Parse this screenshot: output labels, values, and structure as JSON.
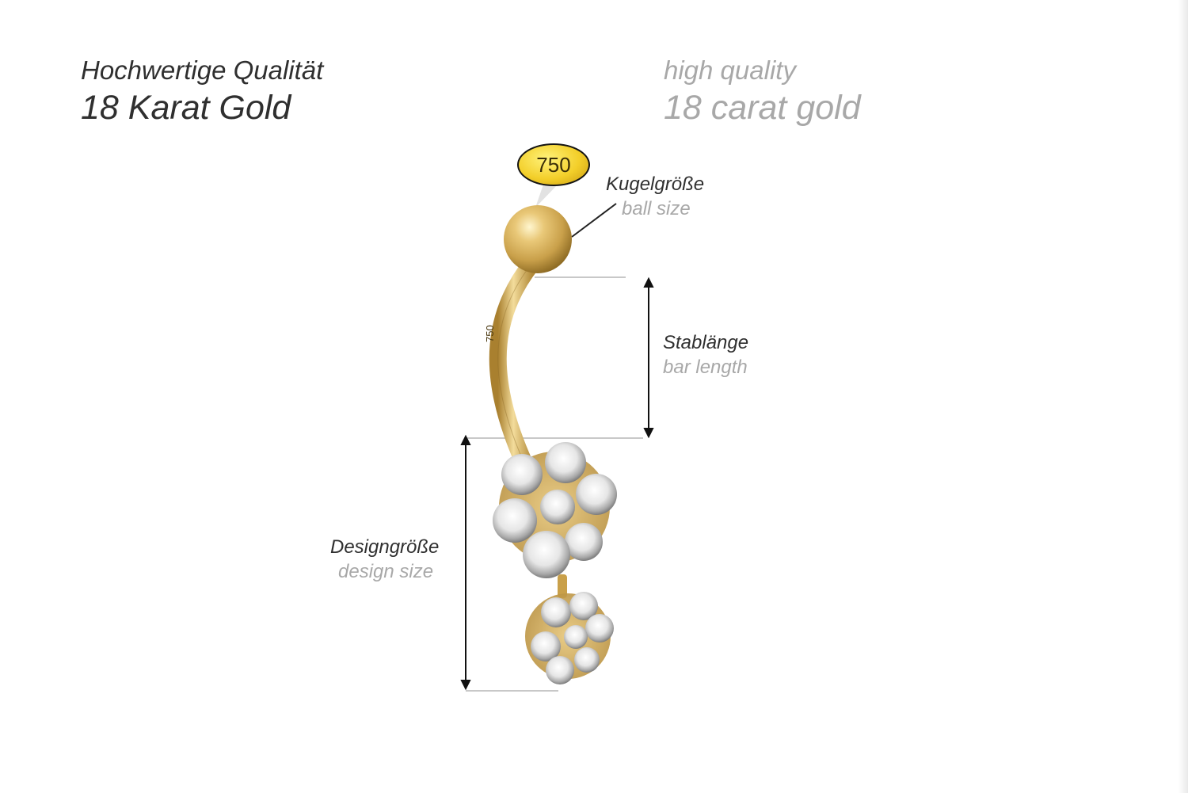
{
  "header": {
    "de_line1": "Hochwertige Qualität",
    "de_line2": "18 Karat Gold",
    "en_line1": "high quality",
    "en_line2": "18 carat gold"
  },
  "hallmark": {
    "badge_text": "750",
    "bar_stamp": "750"
  },
  "dimensions": {
    "ball": {
      "de": "Kugelgröße",
      "en": "ball size"
    },
    "bar": {
      "de": "Stablänge",
      "en": "bar length"
    },
    "design": {
      "de": "Designgröße",
      "en": "design size"
    }
  },
  "colors": {
    "gold": "#d9b24a",
    "text_dark": "#2f2f2f",
    "text_light": "#a8a8a8",
    "dimension_line": "#111111",
    "guide_line": "#c8c8c8"
  }
}
